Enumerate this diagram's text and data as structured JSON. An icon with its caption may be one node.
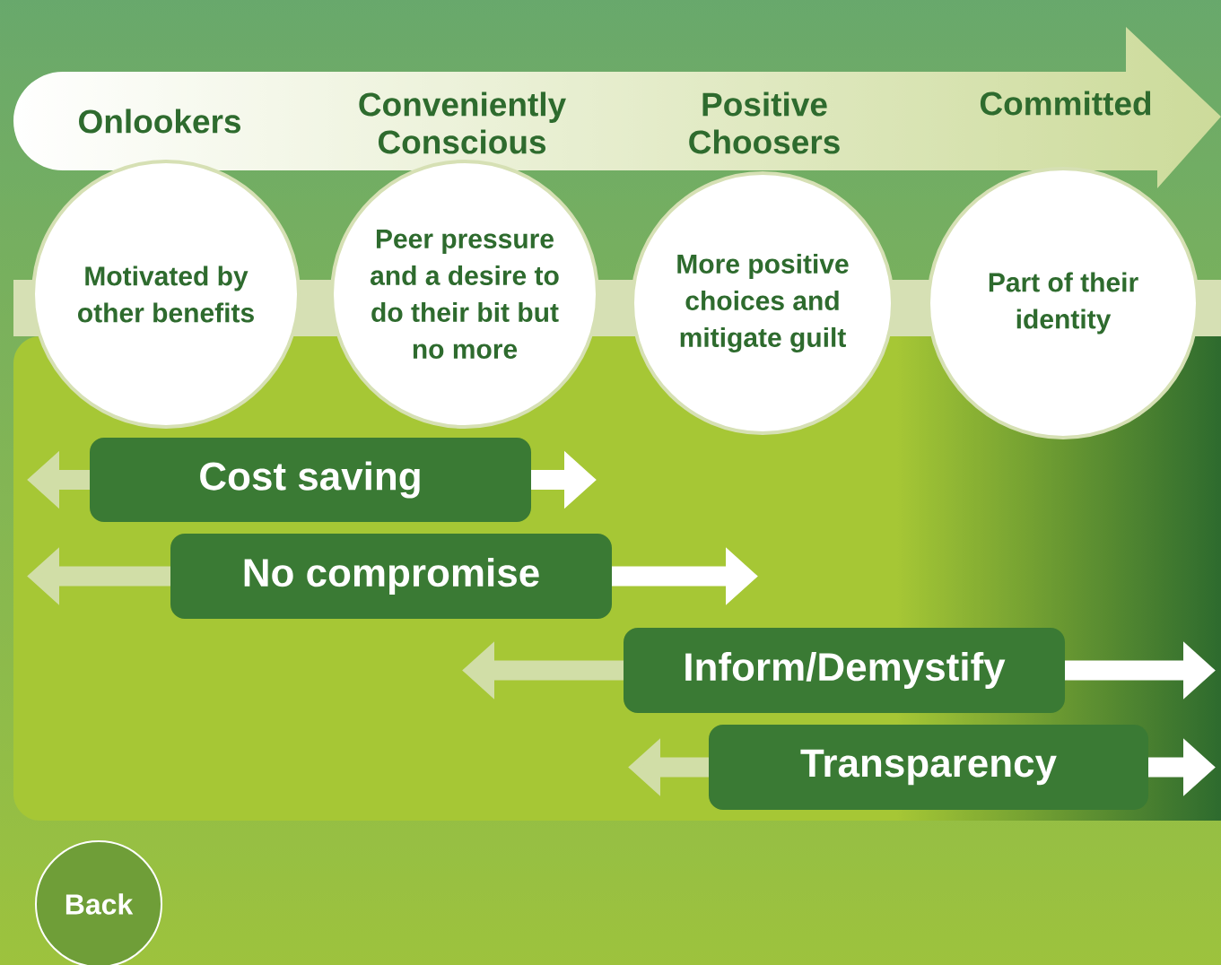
{
  "diagram": {
    "nodes": [
      {
        "text": [
          "Onlookers",
          "Conveniently Conscious",
          "Positive Choosers",
          "Committed"
        ]
      },
      {
        "text": [
          "Motivated by other benefits"
        ]
      },
      {
        "text": [
          "Peer pressure and a desire to do their bit but no more"
        ]
      },
      {
        "text": [
          "More positive choices and mitigate guilt"
        ]
      },
      {
        "text": [
          "Part of their identity"
        ]
      },
      {
        "text": [
          "Cost saving"
        ]
      },
      {
        "text": [
          "No compromise"
        ]
      },
      {
        "text": [
          "Inform/Demystify"
        ]
      },
      {
        "text": [
          "Transparency"
        ]
      },
      {
        "text": [
          "Back"
        ]
      }
    ]
  }
}
